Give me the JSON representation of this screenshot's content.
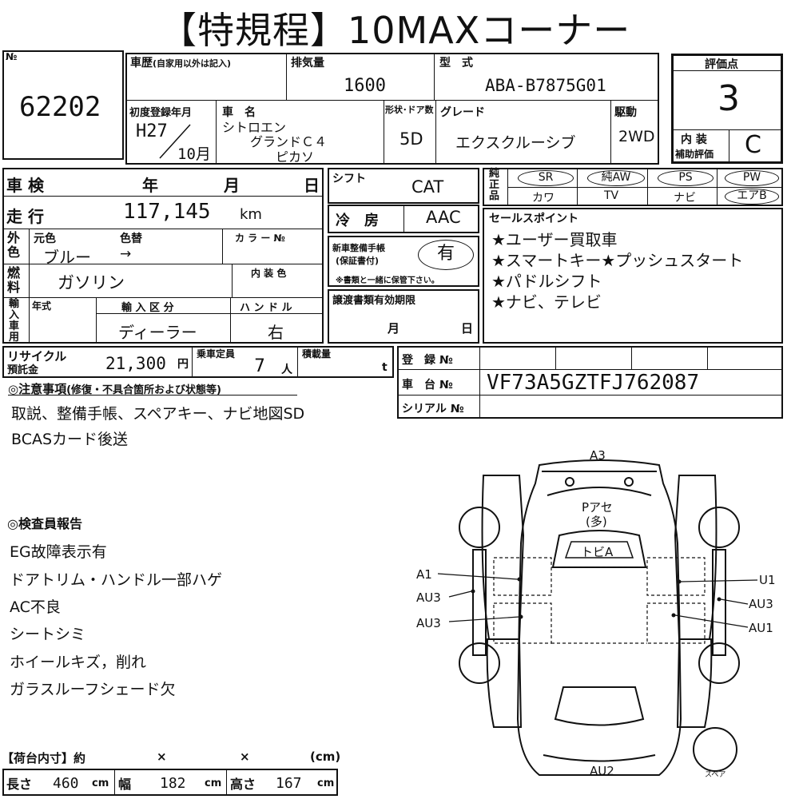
{
  "title": "【特規程】10MAXコーナー",
  "lot": {
    "no_label": "№",
    "number": "62202"
  },
  "history": {
    "label": "車歴",
    "sub": "(自家用以外は記入)"
  },
  "displacement": {
    "label": "排気量",
    "value": "1600"
  },
  "model": {
    "label": "型　式",
    "value": "ABA-B7875G01"
  },
  "rating": {
    "label": "評価点",
    "score": "3",
    "interior_label_1": "内 装",
    "interior_label_2": "補助評価",
    "interior_value": "C"
  },
  "first_reg": {
    "label": "初度登録年月",
    "era_year": "H27",
    "month": "10",
    "month_unit": "月"
  },
  "car_name": {
    "label": "車　名",
    "line1": "シトロエン",
    "line2": "グランドＣ４",
    "line3": "ピカソ"
  },
  "doors": {
    "label": "形状･ドア数",
    "value": "5D"
  },
  "grade": {
    "label": "グレード",
    "value": "エクスクルーシブ"
  },
  "drive": {
    "label": "駆動",
    "value": "2WD"
  },
  "inspection": {
    "label": "車 検",
    "year": "年",
    "month": "月",
    "day": "日"
  },
  "mileage": {
    "label": "走 行",
    "value": "117,145",
    "unit": "km"
  },
  "shift": {
    "label": "シフト",
    "value": "CAT"
  },
  "ac": {
    "label": "冷　房",
    "value": "AAC"
  },
  "equipment": {
    "label": "純正品",
    "top": [
      "SR",
      "純AW",
      "PS",
      "PW"
    ],
    "bottom": [
      "カワ",
      "TV",
      "ナビ",
      "エアB"
    ]
  },
  "exterior_color": {
    "label": "外色",
    "original_label": "元色",
    "original": "ブルー",
    "change_label": "色替",
    "change": "→",
    "color_no_label": "カ ラ ー №"
  },
  "fuel": {
    "label": "燃料",
    "value": "ガソリン",
    "interior_color_label": "内 装 色"
  },
  "maintenance_book": {
    "label1": "新車整備手帳",
    "label2": "(保証書付)",
    "value": "有",
    "note": "※書類と一緒に保管下さい。"
  },
  "sales_points": {
    "label": "セールスポイント",
    "items": [
      "★ユーザー買取車",
      "★スマートキー★プッシュスタート",
      "★パドルシフト",
      "★ナビ、テレビ"
    ]
  },
  "import": {
    "label": "輸入車用",
    "year_label": "年式",
    "type_label": "輸 入 区 分",
    "type_value": "ディーラー",
    "handle_label": "ハ ン ド ル",
    "handle_value": "右"
  },
  "transfer_docs": {
    "label": "譲渡書類有効期限",
    "month": "月",
    "day": "日"
  },
  "recycle": {
    "label1": "リサイクル",
    "label2": "預託金",
    "value": "21,300",
    "unit": "円"
  },
  "capacity": {
    "label": "乗車定員",
    "value": "7",
    "unit": "人"
  },
  "load": {
    "label": "積載量",
    "unit": "t"
  },
  "registration": {
    "reg_label": "登　録 №",
    "chassis_label": "車　台 №",
    "chassis_value": "VF73A5GZTFJ762087",
    "serial_label": "シリアル №"
  },
  "notes": {
    "label": "◎注意事項",
    "sub": "(修復・不具合箇所および状態等)",
    "lines": [
      "取説、整備手帳、スペアキー、ナビ地図SD",
      "BCASカード後送"
    ]
  },
  "inspector": {
    "label": "◎検査員報告",
    "lines": [
      "EG故障表示有",
      "ドアトリム・ハンドル一部ハゲ",
      "AC不良",
      "シートシミ",
      "ホイールキズ，削れ",
      "ガラスルーフシェード欠"
    ]
  },
  "cargo": {
    "label": "【荷台内寸】約",
    "x1": "×",
    "x2": "×",
    "unit_label": "(cm)",
    "length_label": "長さ",
    "length": "460",
    "width_label": "幅",
    "width": "182",
    "height_label": "高さ",
    "height": "167",
    "cm": "cm"
  },
  "diagram": {
    "top": "A3",
    "bottom": "AU2",
    "roof": "Pアセ",
    "roof_sub": "(多)",
    "windshield": "トビA",
    "left": [
      "A1",
      "AU3",
      "AU3"
    ],
    "right": [
      "U1",
      "AU3",
      "AU1"
    ],
    "spare": "スペア"
  }
}
